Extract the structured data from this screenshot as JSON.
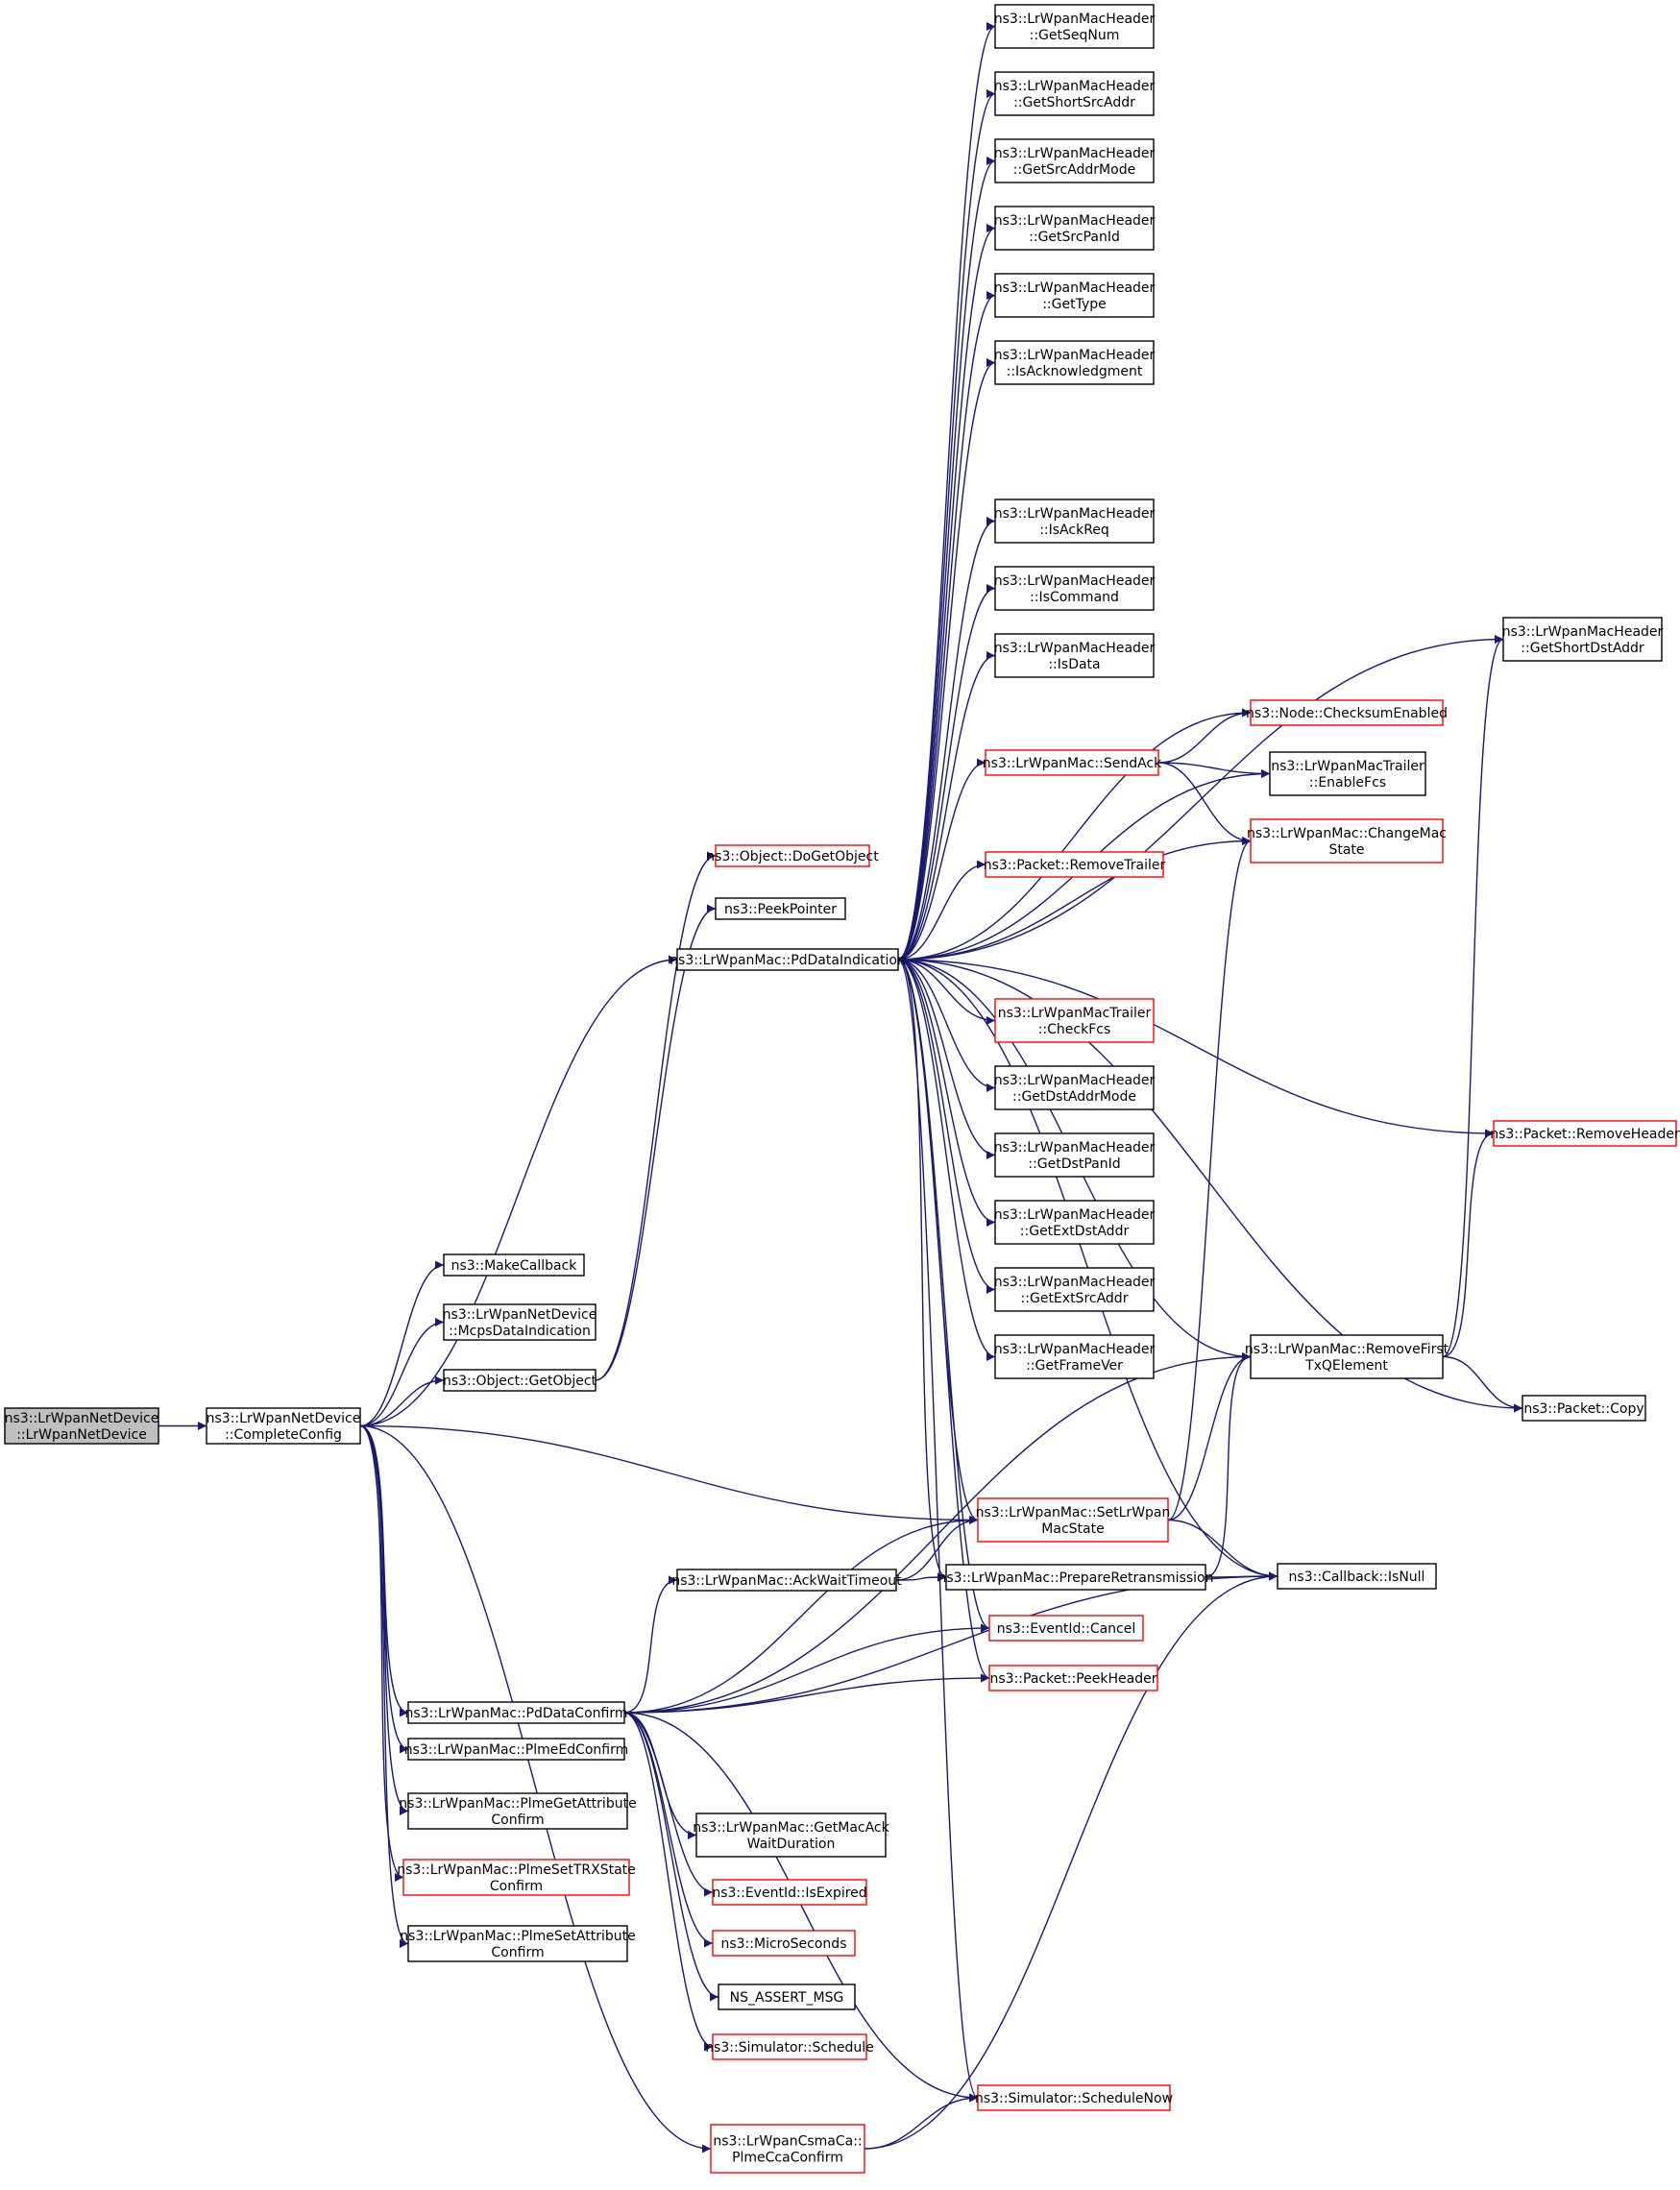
{
  "colors": {
    "edge": "#191970",
    "border_normal": "#000000",
    "border_red": "#ff0000",
    "root_fill": "#bfbfbf"
  },
  "nodes": [
    {
      "id": "root",
      "lines": [
        "ns3::LrWpanNetDevice",
        "::LrWpanNetDevice"
      ],
      "style": "root"
    },
    {
      "id": "complete_config",
      "lines": [
        "ns3::LrWpanNetDevice",
        "::CompleteConfig"
      ],
      "style": "normal"
    },
    {
      "id": "make_callback",
      "lines": [
        "ns3::MakeCallback"
      ],
      "style": "normal"
    },
    {
      "id": "mcps_data_indication",
      "lines": [
        "ns3::LrWpanNetDevice",
        "::McpsDataIndication"
      ],
      "style": "normal"
    },
    {
      "id": "get_object",
      "lines": [
        "ns3::Object::GetObject"
      ],
      "style": "normal"
    },
    {
      "id": "pd_data_confirm",
      "lines": [
        "ns3::LrWpanMac::PdDataConfirm"
      ],
      "style": "normal"
    },
    {
      "id": "plme_ed_confirm",
      "lines": [
        "ns3::LrWpanMac::PlmeEdConfirm"
      ],
      "style": "normal"
    },
    {
      "id": "plme_get_attribute_confirm",
      "lines": [
        "ns3::LrWpanMac::PlmeGetAttribute",
        "Confirm"
      ],
      "style": "normal"
    },
    {
      "id": "plme_set_trx_state_confirm",
      "lines": [
        "ns3::LrWpanMac::PlmeSetTRXState",
        "Confirm"
      ],
      "style": "red"
    },
    {
      "id": "plme_set_attribute_confirm",
      "lines": [
        "ns3::LrWpanMac::PlmeSetAttribute",
        "Confirm"
      ],
      "style": "normal"
    },
    {
      "id": "plme_cca_confirm",
      "lines": [
        "ns3::LrWpanCsmaCa::",
        "PlmeCcaConfirm"
      ],
      "style": "red"
    },
    {
      "id": "do_get_object",
      "lines": [
        "ns3::Object::DoGetObject"
      ],
      "style": "red"
    },
    {
      "id": "peek_pointer",
      "lines": [
        "ns3::PeekPointer"
      ],
      "style": "normal"
    },
    {
      "id": "pd_data_indication",
      "lines": [
        "ns3::LrWpanMac::PdDataIndication"
      ],
      "style": "normal"
    },
    {
      "id": "ack_wait_timeout",
      "lines": [
        "ns3::LrWpanMac::AckWaitTimeout"
      ],
      "style": "normal"
    },
    {
      "id": "get_mac_ack_wait_duration",
      "lines": [
        "ns3::LrWpanMac::GetMacAck",
        "WaitDuration"
      ],
      "style": "normal"
    },
    {
      "id": "event_id_is_expired",
      "lines": [
        "ns3::EventId::IsExpired"
      ],
      "style": "red"
    },
    {
      "id": "micro_seconds",
      "lines": [
        "ns3::MicroSeconds"
      ],
      "style": "red"
    },
    {
      "id": "ns_assert_msg",
      "lines": [
        "NS_ASSERT_MSG"
      ],
      "style": "normal"
    },
    {
      "id": "simulator_schedule",
      "lines": [
        "ns3::Simulator::Schedule"
      ],
      "style": "red"
    },
    {
      "id": "simulator_schedule_now",
      "lines": [
        "ns3::Simulator::ScheduleNow"
      ],
      "style": "red"
    },
    {
      "id": "get_seq_num",
      "lines": [
        "ns3::LrWpanMacHeader",
        "::GetSeqNum"
      ],
      "style": "normal"
    },
    {
      "id": "get_short_src_addr",
      "lines": [
        "ns3::LrWpanMacHeader",
        "::GetShortSrcAddr"
      ],
      "style": "normal"
    },
    {
      "id": "get_src_addr_mode",
      "lines": [
        "ns3::LrWpanMacHeader",
        "::GetSrcAddrMode"
      ],
      "style": "normal"
    },
    {
      "id": "get_src_pan_id",
      "lines": [
        "ns3::LrWpanMacHeader",
        "::GetSrcPanId"
      ],
      "style": "normal"
    },
    {
      "id": "get_type",
      "lines": [
        "ns3::LrWpanMacHeader",
        "::GetType"
      ],
      "style": "normal"
    },
    {
      "id": "is_acknowledgment",
      "lines": [
        "ns3::LrWpanMacHeader",
        "::IsAcknowledgment"
      ],
      "style": "normal"
    },
    {
      "id": "is_ack_req",
      "lines": [
        "ns3::LrWpanMacHeader",
        "::IsAckReq"
      ],
      "style": "normal"
    },
    {
      "id": "is_command",
      "lines": [
        "ns3::LrWpanMacHeader",
        "::IsCommand"
      ],
      "style": "normal"
    },
    {
      "id": "is_data",
      "lines": [
        "ns3::LrWpanMacHeader",
        "::IsData"
      ],
      "style": "normal"
    },
    {
      "id": "send_ack",
      "lines": [
        "ns3::LrWpanMac::SendAck"
      ],
      "style": "red"
    },
    {
      "id": "packet_remove_trailer",
      "lines": [
        "ns3::Packet::RemoveTrailer"
      ],
      "style": "red"
    },
    {
      "id": "check_fcs",
      "lines": [
        "ns3::LrWpanMacTrailer",
        "::CheckFcs"
      ],
      "style": "red"
    },
    {
      "id": "get_dst_addr_mode",
      "lines": [
        "ns3::LrWpanMacHeader",
        "::GetDstAddrMode"
      ],
      "style": "normal"
    },
    {
      "id": "get_dst_pan_id",
      "lines": [
        "ns3::LrWpanMacHeader",
        "::GetDstPanId"
      ],
      "style": "normal"
    },
    {
      "id": "get_ext_dst_addr",
      "lines": [
        "ns3::LrWpanMacHeader",
        "::GetExtDstAddr"
      ],
      "style": "normal"
    },
    {
      "id": "get_ext_src_addr",
      "lines": [
        "ns3::LrWpanMacHeader",
        "::GetExtSrcAddr"
      ],
      "style": "normal"
    },
    {
      "id": "get_frame_ver",
      "lines": [
        "ns3::LrWpanMacHeader",
        "::GetFrameVer"
      ],
      "style": "normal"
    },
    {
      "id": "set_lr_wpan_mac_state",
      "lines": [
        "ns3::LrWpanMac::SetLrWpan",
        "MacState"
      ],
      "style": "red"
    },
    {
      "id": "prepare_retransmission",
      "lines": [
        "ns3::LrWpanMac::PrepareRetransmission"
      ],
      "style": "normal"
    },
    {
      "id": "event_id_cancel",
      "lines": [
        "ns3::EventId::Cancel"
      ],
      "style": "red"
    },
    {
      "id": "packet_peek_header",
      "lines": [
        "ns3::Packet::PeekHeader"
      ],
      "style": "red"
    },
    {
      "id": "node_checksum_enabled",
      "lines": [
        "ns3::Node::ChecksumEnabled"
      ],
      "style": "red"
    },
    {
      "id": "enable_fcs",
      "lines": [
        "ns3::LrWpanMacTrailer",
        "::EnableFcs"
      ],
      "style": "normal"
    },
    {
      "id": "change_mac_state",
      "lines": [
        "ns3::LrWpanMac::ChangeMac",
        "State"
      ],
      "style": "red"
    },
    {
      "id": "remove_first_tx_q_element",
      "lines": [
        "ns3::LrWpanMac::RemoveFirst",
        "TxQElement"
      ],
      "style": "normal"
    },
    {
      "id": "callback_is_null",
      "lines": [
        "ns3::Callback::IsNull"
      ],
      "style": "normal"
    },
    {
      "id": "packet_copy",
      "lines": [
        "ns3::Packet::Copy"
      ],
      "style": "normal"
    },
    {
      "id": "get_short_dst_addr",
      "lines": [
        "ns3::LrWpanMacHeader",
        "::GetShortDstAddr"
      ],
      "style": "normal"
    },
    {
      "id": "packet_remove_header",
      "lines": [
        "ns3::Packet::RemoveHeader"
      ],
      "style": "red"
    }
  ],
  "edges": [
    [
      "root",
      "complete_config"
    ],
    [
      "complete_config",
      "make_callback"
    ],
    [
      "complete_config",
      "mcps_data_indication"
    ],
    [
      "complete_config",
      "get_object"
    ],
    [
      "complete_config",
      "pd_data_confirm"
    ],
    [
      "complete_config",
      "plme_ed_confirm"
    ],
    [
      "complete_config",
      "plme_get_attribute_confirm"
    ],
    [
      "complete_config",
      "plme_set_trx_state_confirm"
    ],
    [
      "complete_config",
      "plme_set_attribute_confirm"
    ],
    [
      "complete_config",
      "plme_cca_confirm"
    ],
    [
      "complete_config",
      "pd_data_indication"
    ],
    [
      "complete_config",
      "set_lr_wpan_mac_state"
    ],
    [
      "get_object",
      "do_get_object"
    ],
    [
      "get_object",
      "peek_pointer"
    ],
    [
      "pd_data_confirm",
      "ack_wait_timeout"
    ],
    [
      "pd_data_confirm",
      "set_lr_wpan_mac_state"
    ],
    [
      "pd_data_confirm",
      "event_id_cancel"
    ],
    [
      "pd_data_confirm",
      "packet_peek_header"
    ],
    [
      "pd_data_confirm",
      "remove_first_tx_q_element"
    ],
    [
      "pd_data_confirm",
      "callback_is_null"
    ],
    [
      "pd_data_confirm",
      "get_mac_ack_wait_duration"
    ],
    [
      "pd_data_confirm",
      "event_id_is_expired"
    ],
    [
      "pd_data_confirm",
      "micro_seconds"
    ],
    [
      "pd_data_confirm",
      "ns_assert_msg"
    ],
    [
      "pd_data_confirm",
      "simulator_schedule"
    ],
    [
      "pd_data_confirm",
      "simulator_schedule_now"
    ],
    [
      "ack_wait_timeout",
      "set_lr_wpan_mac_state"
    ],
    [
      "ack_wait_timeout",
      "prepare_retransmission"
    ],
    [
      "plme_cca_confirm",
      "simulator_schedule_now"
    ],
    [
      "plme_cca_confirm",
      "callback_is_null"
    ],
    [
      "pd_data_indication",
      "get_seq_num"
    ],
    [
      "pd_data_indication",
      "get_short_src_addr"
    ],
    [
      "pd_data_indication",
      "get_src_addr_mode"
    ],
    [
      "pd_data_indication",
      "get_src_pan_id"
    ],
    [
      "pd_data_indication",
      "get_type"
    ],
    [
      "pd_data_indication",
      "is_acknowledgment"
    ],
    [
      "pd_data_indication",
      "get_short_dst_addr"
    ],
    [
      "pd_data_indication",
      "packet_remove_header"
    ],
    [
      "pd_data_indication",
      "is_ack_req"
    ],
    [
      "pd_data_indication",
      "is_command"
    ],
    [
      "pd_data_indication",
      "is_data"
    ],
    [
      "pd_data_indication",
      "node_checksum_enabled"
    ],
    [
      "pd_data_indication",
      "send_ack"
    ],
    [
      "pd_data_indication",
      "change_mac_state"
    ],
    [
      "pd_data_indication",
      "packet_remove_trailer"
    ],
    [
      "pd_data_indication",
      "remove_first_tx_q_element"
    ],
    [
      "pd_data_indication",
      "check_fcs"
    ],
    [
      "pd_data_indication",
      "get_dst_addr_mode"
    ],
    [
      "pd_data_indication",
      "get_dst_pan_id"
    ],
    [
      "pd_data_indication",
      "get_ext_dst_addr"
    ],
    [
      "pd_data_indication",
      "get_ext_src_addr"
    ],
    [
      "pd_data_indication",
      "get_frame_ver"
    ],
    [
      "pd_data_indication",
      "packet_copy"
    ],
    [
      "pd_data_indication",
      "callback_is_null"
    ],
    [
      "pd_data_indication",
      "set_lr_wpan_mac_state"
    ],
    [
      "pd_data_indication",
      "prepare_retransmission"
    ],
    [
      "pd_data_indication",
      "event_id_cancel"
    ],
    [
      "pd_data_indication",
      "packet_peek_header"
    ],
    [
      "pd_data_indication",
      "simulator_schedule_now"
    ],
    [
      "pd_data_indication",
      "enable_fcs"
    ],
    [
      "send_ack",
      "node_checksum_enabled"
    ],
    [
      "send_ack",
      "enable_fcs"
    ],
    [
      "send_ack",
      "change_mac_state"
    ],
    [
      "set_lr_wpan_mac_state",
      "change_mac_state"
    ],
    [
      "set_lr_wpan_mac_state",
      "remove_first_tx_q_element"
    ],
    [
      "set_lr_wpan_mac_state",
      "callback_is_null"
    ],
    [
      "prepare_retransmission",
      "remove_first_tx_q_element"
    ],
    [
      "prepare_retransmission",
      "callback_is_null"
    ],
    [
      "remove_first_tx_q_element",
      "get_short_dst_addr"
    ],
    [
      "remove_first_tx_q_element",
      "packet_remove_header"
    ],
    [
      "remove_first_tx_q_element",
      "packet_copy"
    ]
  ]
}
